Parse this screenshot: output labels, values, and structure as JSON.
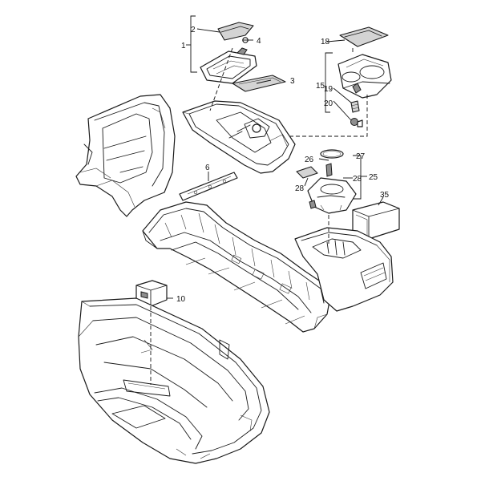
{
  "diagram": {
    "kind": "exploded parts diagram",
    "callouts": {
      "c1": "1",
      "c2": "2",
      "c3": "3",
      "c4": "4",
      "c6": "6",
      "c10": "10",
      "c15": "15",
      "c18": "18",
      "c19": "19",
      "c20": "20",
      "c25": "25",
      "c26": "26",
      "c27": "27",
      "c28a": "28",
      "c28b": "28",
      "c35": "35"
    }
  }
}
